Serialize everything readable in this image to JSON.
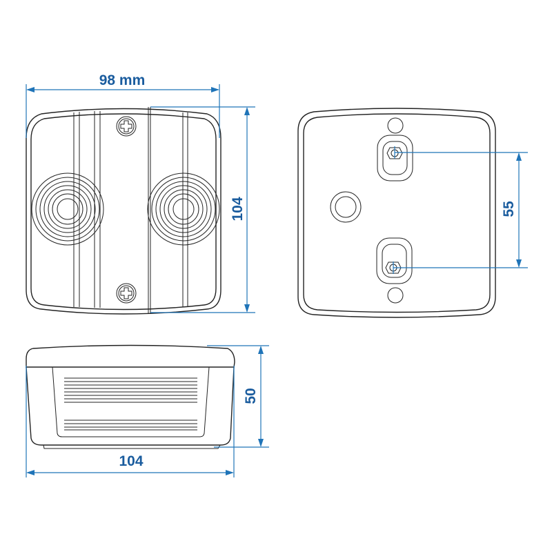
{
  "title": "Lamp housing dimension drawing",
  "dimensions": {
    "front_width": "98 mm",
    "front_height": "104",
    "mounting_hole_spacing": "55",
    "side_depth": "50",
    "side_width": "104"
  },
  "colors": {
    "dimension": "#1f74b8",
    "outline": "#222222",
    "label": "#1a5c9e"
  }
}
